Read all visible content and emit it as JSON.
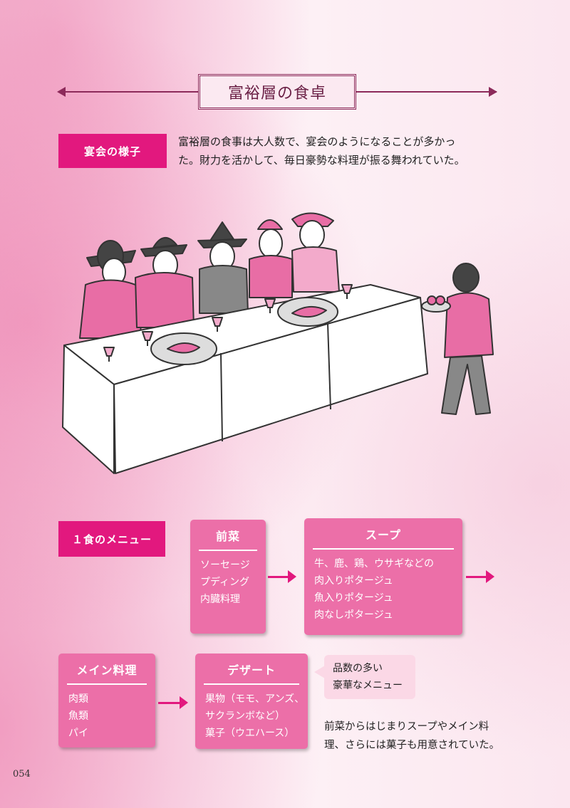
{
  "title": "富裕層の食卓",
  "section_banquet": {
    "label": "宴会の様子",
    "text_line1": "富裕層の食事は大人数で、宴会のようになることが多かっ",
    "text_line2": "た。財力を活かして、毎日豪勢な料理が振る舞われていた。"
  },
  "section_menu": {
    "label": "１食のメニュー"
  },
  "cards": {
    "appetizer": {
      "title": "前菜",
      "items": [
        "ソーセージ",
        "プディング",
        "内臓料理"
      ]
    },
    "soup": {
      "title": "スープ",
      "items": [
        "牛、鹿、鶏、ウサギなどの",
        "肉入りポタージュ",
        "魚入りポタージュ",
        "肉なしポタージュ"
      ]
    },
    "main": {
      "title": "メイン料理",
      "items": [
        "肉類",
        "魚類",
        "パイ"
      ]
    },
    "dessert": {
      "title": "デザート",
      "items": [
        "果物（モモ、アンズ、",
        "サクランボなど）",
        "菓子（ウエハース）"
      ]
    }
  },
  "bubble": {
    "line1": "品数の多い",
    "line2": "豪華なメニュー"
  },
  "note": {
    "line1": "前菜からはじまりスープやメイン料",
    "line2": "理、さらには菓子も用意されていた。"
  },
  "page_number": "054",
  "colors": {
    "accent": "#e2187e",
    "card": "#ec6fa8",
    "title_border": "#8c2a5a"
  }
}
